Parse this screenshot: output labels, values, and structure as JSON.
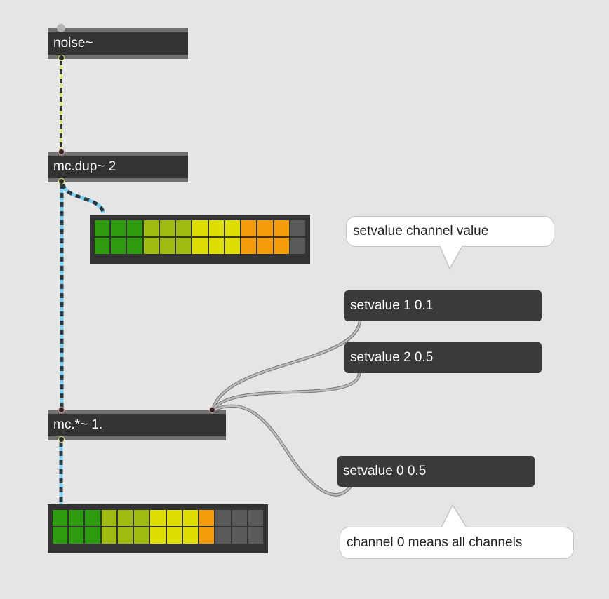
{
  "objects": {
    "noise": "noise~",
    "mc_dup": "mc.dup~ 2",
    "mc_mul": "mc.*~ 1."
  },
  "messages": {
    "setvalue_1": "setvalue 1 0.1",
    "setvalue_2": "setvalue 2 0.5",
    "setvalue_0": "setvalue 0 0.5"
  },
  "comments": {
    "top": "setvalue channel value",
    "bottom": "channel 0 means all channels"
  },
  "meters": {
    "top": {
      "channels": 2,
      "segments": 13,
      "lit": [
        12,
        12
      ]
    },
    "bottom": {
      "channels": 2,
      "segments": 13,
      "lit": [
        10,
        10
      ]
    }
  },
  "colors": {
    "patch_bg": "#e5e5e5",
    "object_bg": "#333333",
    "signal_wire": "#7fd0f0",
    "multichannel_dash": "#2a3a44",
    "audio_wire": "#d6e57a",
    "message_wire": "#a8a8a8",
    "segment_off": "#5a5a5a",
    "segment_green": "#2e9a10",
    "segment_lime": "#9ebc10",
    "segment_yellow": "#dede00",
    "segment_orange": "#f59c0a"
  }
}
